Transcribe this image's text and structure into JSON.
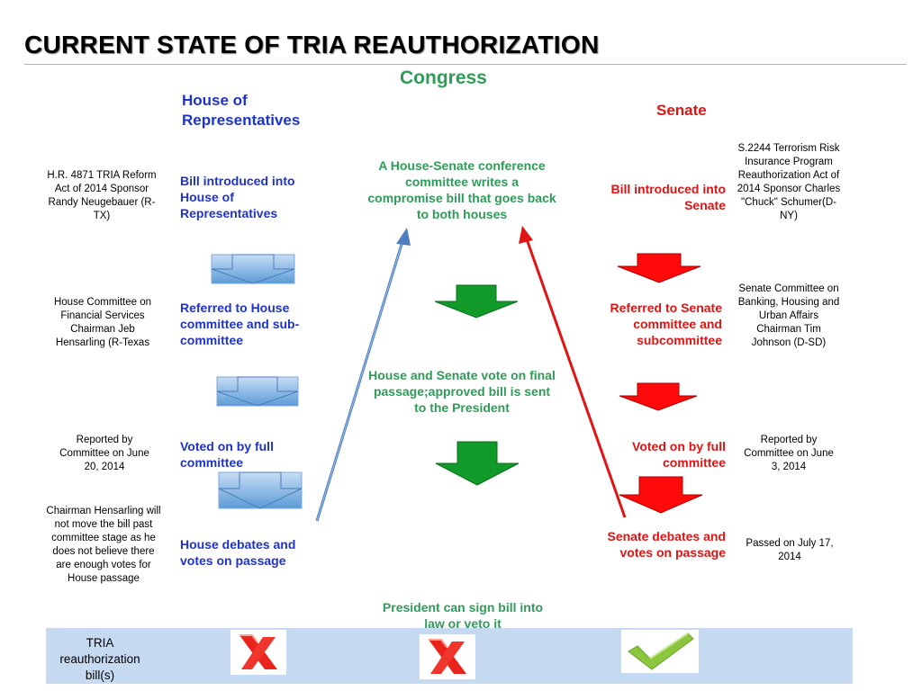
{
  "title": "CURRENT STATE OF TRIA REAUTHORIZATION",
  "congress_label": "Congress",
  "house": {
    "heading": "House of Representatives",
    "steps": [
      "Bill introduced into House of Representatives",
      "Referred to House committee and sub-committee",
      "Voted on by full committee",
      "House debates and votes on passage"
    ],
    "notes": [
      "H.R. 4871 TRIA Reform Act of 2014 Sponsor Randy Neugebauer (R-TX)",
      "House Committee on Financial Services Chairman Jeb Hensarling (R-Texas",
      "Reported by Committee on June 20, 2014",
      "Chairman Hensarling will not move the bill past committee stage as he does not believe there are enough votes for House passage"
    ]
  },
  "senate": {
    "heading": "Senate",
    "steps": [
      "Bill introduced into Senate",
      "Referred to Senate committee and subcommittee",
      "Voted on by full committee",
      "Senate debates and votes on passage"
    ],
    "notes": [
      "S.2244 Terrorism Risk Insurance Program Reauthorization Act of 2014 Sponsor Charles \"Chuck\" Schumer(D-NY)",
      "Senate Committee on Banking, Housing and Urban Affairs Chairman Tim Johnson (D-SD)",
      "Reported by Committee on June 3, 2014",
      "Passed on July 17, 2014"
    ]
  },
  "center": {
    "conference": "A House-Senate conference committee writes a compromise bill that goes back to both houses",
    "final_vote": "House and Senate vote on final passage;approved bill is sent to the President",
    "president": "President can sign bill into law or veto it"
  },
  "status_row": {
    "label": "TRIA reauthorization bill(s)",
    "house_status": "x-mark-icon",
    "center_status": "x-mark-icon",
    "senate_status": "check-mark-icon"
  },
  "colors": {
    "green": "#2e9c57",
    "blue": "#1e33cc",
    "red": "#e01414",
    "band": "#c5d9f1"
  }
}
